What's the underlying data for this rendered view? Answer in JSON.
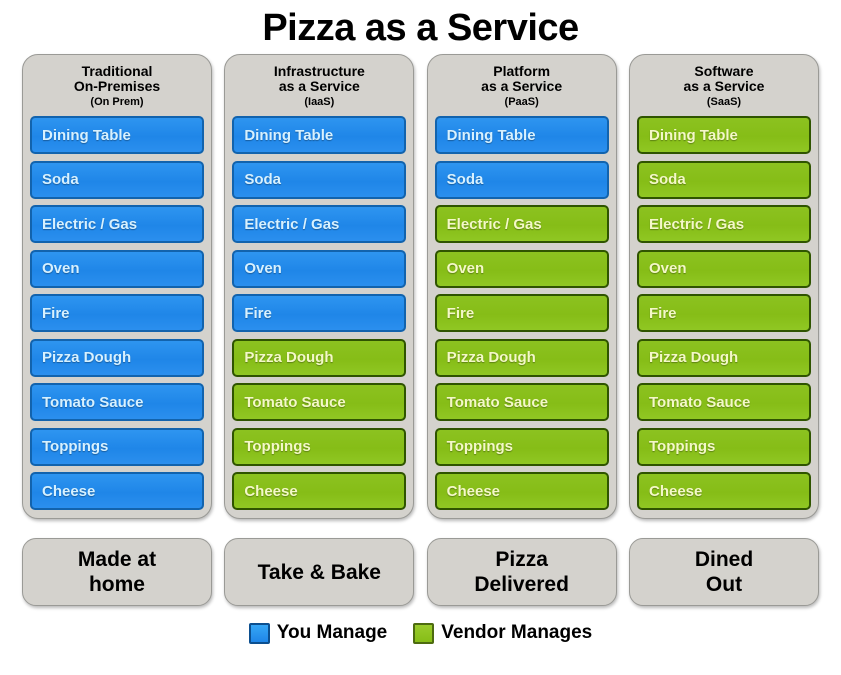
{
  "title": "Pizza as a Service",
  "colors": {
    "you_manage": "#1f86e8",
    "vendor_manages": "#86bd17",
    "panel_bg": "#d4d2cd"
  },
  "columns": [
    {
      "heading_line1": "Traditional",
      "heading_line2": "On-Premises",
      "subtitle": "(On Prem)",
      "footer": "Made at\nhome",
      "footer_line1": "Made at",
      "footer_line2": "home",
      "items": [
        {
          "label": "Dining Table",
          "owner": "blue"
        },
        {
          "label": "Soda",
          "owner": "blue"
        },
        {
          "label": "Electric / Gas",
          "owner": "blue"
        },
        {
          "label": "Oven",
          "owner": "blue"
        },
        {
          "label": "Fire",
          "owner": "blue"
        },
        {
          "label": "Pizza Dough",
          "owner": "blue"
        },
        {
          "label": "Tomato Sauce",
          "owner": "blue"
        },
        {
          "label": "Toppings",
          "owner": "blue"
        },
        {
          "label": "Cheese",
          "owner": "blue"
        }
      ]
    },
    {
      "heading_line1": "Infrastructure",
      "heading_line2": "as a Service",
      "subtitle": "(IaaS)",
      "footer_line1": "Take & Bake",
      "footer_line2": "",
      "items": [
        {
          "label": "Dining Table",
          "owner": "blue"
        },
        {
          "label": "Soda",
          "owner": "blue"
        },
        {
          "label": "Electric / Gas",
          "owner": "blue"
        },
        {
          "label": "Oven",
          "owner": "blue"
        },
        {
          "label": "Fire",
          "owner": "blue"
        },
        {
          "label": "Pizza Dough",
          "owner": "green"
        },
        {
          "label": "Tomato Sauce",
          "owner": "green"
        },
        {
          "label": "Toppings",
          "owner": "green"
        },
        {
          "label": "Cheese",
          "owner": "green"
        }
      ]
    },
    {
      "heading_line1": "Platform",
      "heading_line2": "as a Service",
      "subtitle": "(PaaS)",
      "footer_line1": "Pizza",
      "footer_line2": "Delivered",
      "items": [
        {
          "label": "Dining Table",
          "owner": "blue"
        },
        {
          "label": "Soda",
          "owner": "blue"
        },
        {
          "label": "Electric / Gas",
          "owner": "green"
        },
        {
          "label": "Oven",
          "owner": "green"
        },
        {
          "label": "Fire",
          "owner": "green"
        },
        {
          "label": "Pizza Dough",
          "owner": "green"
        },
        {
          "label": "Tomato Sauce",
          "owner": "green"
        },
        {
          "label": "Toppings",
          "owner": "green"
        },
        {
          "label": "Cheese",
          "owner": "green"
        }
      ]
    },
    {
      "heading_line1": "Software",
      "heading_line2": "as a Service",
      "subtitle": "(SaaS)",
      "footer_line1": "Dined",
      "footer_line2": "Out",
      "items": [
        {
          "label": "Dining Table",
          "owner": "green"
        },
        {
          "label": "Soda",
          "owner": "green"
        },
        {
          "label": "Electric / Gas",
          "owner": "green"
        },
        {
          "label": "Oven",
          "owner": "green"
        },
        {
          "label": "Fire",
          "owner": "green"
        },
        {
          "label": "Pizza Dough",
          "owner": "green"
        },
        {
          "label": "Tomato Sauce",
          "owner": "green"
        },
        {
          "label": "Toppings",
          "owner": "green"
        },
        {
          "label": "Cheese",
          "owner": "green"
        }
      ]
    }
  ],
  "legend": [
    {
      "label": "You Manage",
      "owner": "blue"
    },
    {
      "label": "Vendor Manages",
      "owner": "green"
    }
  ]
}
